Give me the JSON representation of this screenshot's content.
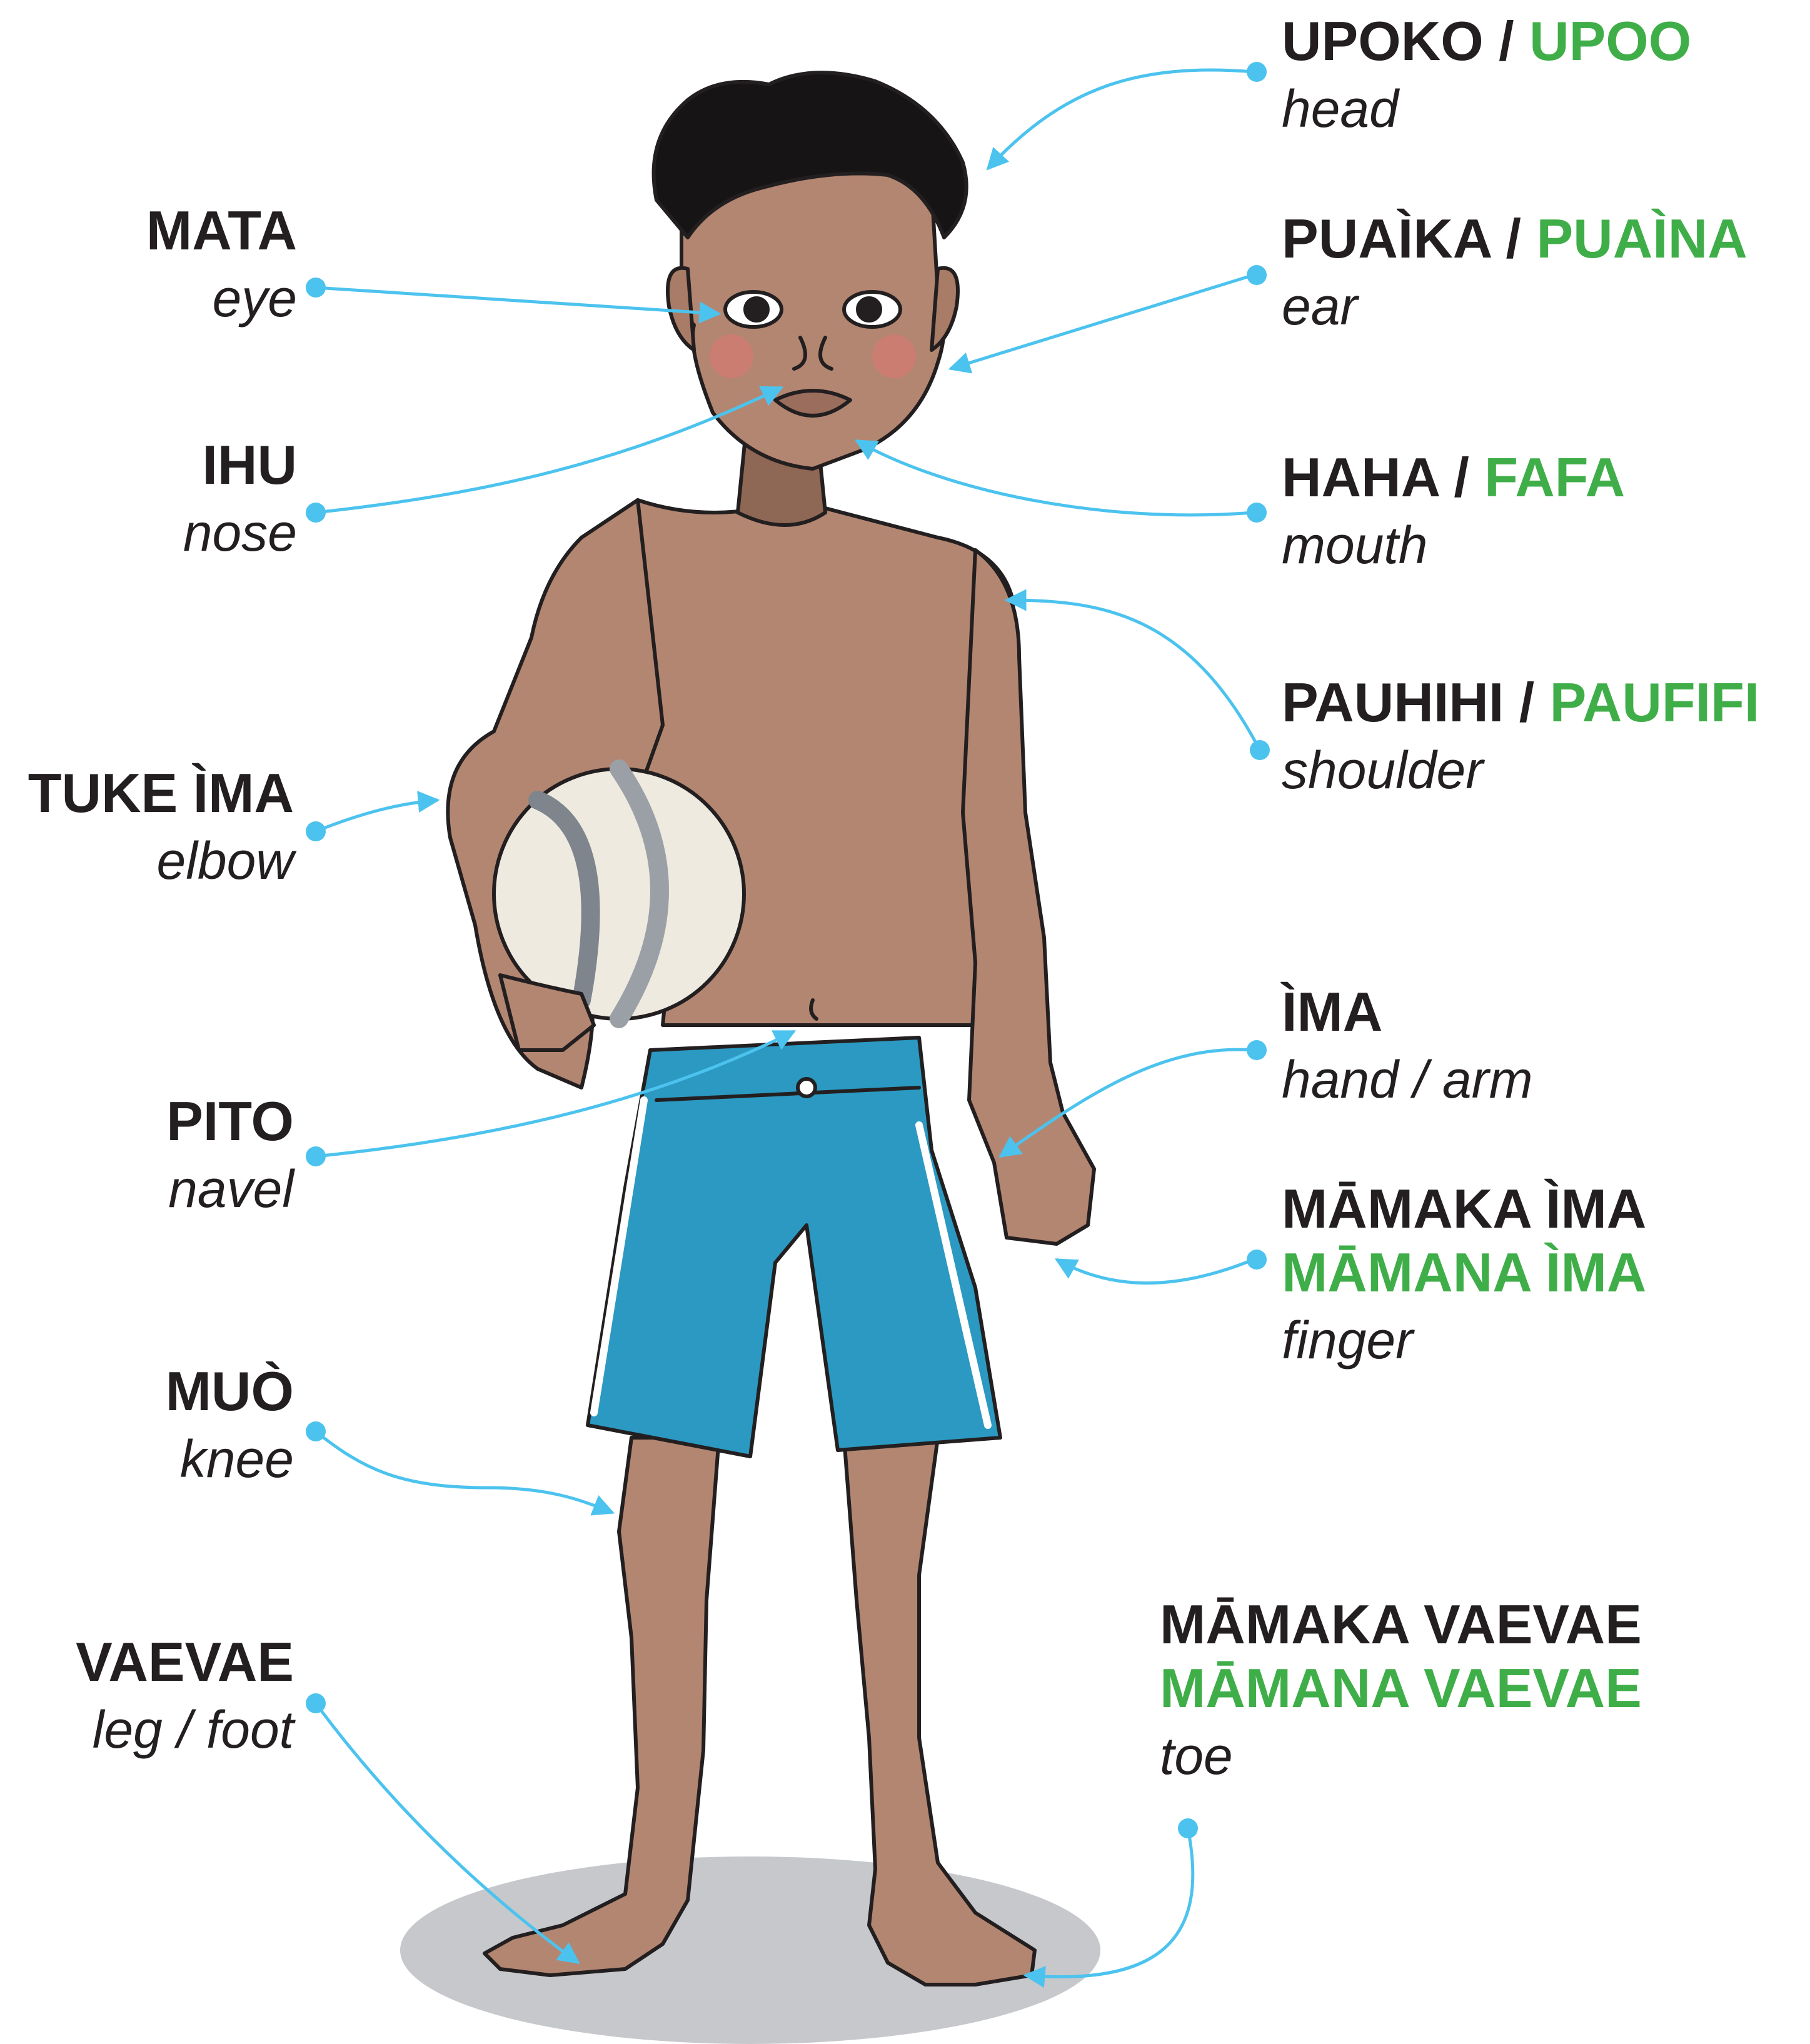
{
  "colors": {
    "term": "#231f20",
    "variant": "#3fae49",
    "pointer": "#4cc3ee",
    "skin": "#b38671",
    "hair": "#171415",
    "shorts": "#2b99c1",
    "shadow": "#c6c8cb"
  },
  "labels": {
    "head": {
      "term": "UPOKO",
      "sep": " / ",
      "variant": "UPOO",
      "english": "head"
    },
    "eye": {
      "term": "MATA",
      "english": "eye"
    },
    "ear": {
      "term": "PUAÌKA",
      "sep": " / ",
      "variant": "PUAÌNA",
      "english": "ear"
    },
    "nose": {
      "term": "IHU",
      "english": "nose"
    },
    "mouth": {
      "term": "HAHA",
      "sep": " / ",
      "variant": "FAFA",
      "english": "mouth"
    },
    "shoulder": {
      "term": "PAUHIHI",
      "sep": " / ",
      "variant": "PAUFIFI",
      "english": "shoulder"
    },
    "elbow": {
      "term": "TUKE ÌMA",
      "english": "elbow"
    },
    "hand": {
      "term": "ÌMA",
      "english": "hand / arm"
    },
    "navel": {
      "term": "PITO",
      "english": "navel"
    },
    "finger": {
      "term": "MĀMAKA ÌMA",
      "variant": "MĀMANA ÌMA",
      "english": "finger"
    },
    "knee": {
      "term": "MUÒ",
      "english": "knee"
    },
    "leg": {
      "term": "VAEVAE",
      "english": "leg / foot"
    },
    "toe": {
      "term": "MĀMAKA VAEVAE",
      "variant": "MĀMANA VAEVAE",
      "english": "toe"
    }
  }
}
